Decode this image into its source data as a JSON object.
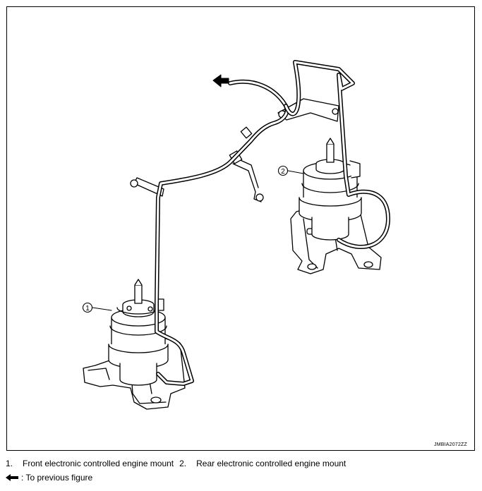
{
  "callouts": [
    {
      "number": "1",
      "label": "Front electronic controlled engine mount"
    },
    {
      "number": "2",
      "label": "Rear electronic controlled engine mount"
    }
  ],
  "legend": {
    "item1_number": "1.",
    "item1_label": "Front electronic controlled engine mount",
    "item2_number": "2.",
    "item2_label": "Rear electronic controlled engine mount",
    "arrow_label": ": To previous figure",
    "arrow_icon": "left-arrow-icon"
  },
  "figure_code": "JMBIA2072ZZ",
  "colors": {
    "line": "#000000",
    "fill": "#ffffff",
    "shade": "#d9d9d9"
  }
}
